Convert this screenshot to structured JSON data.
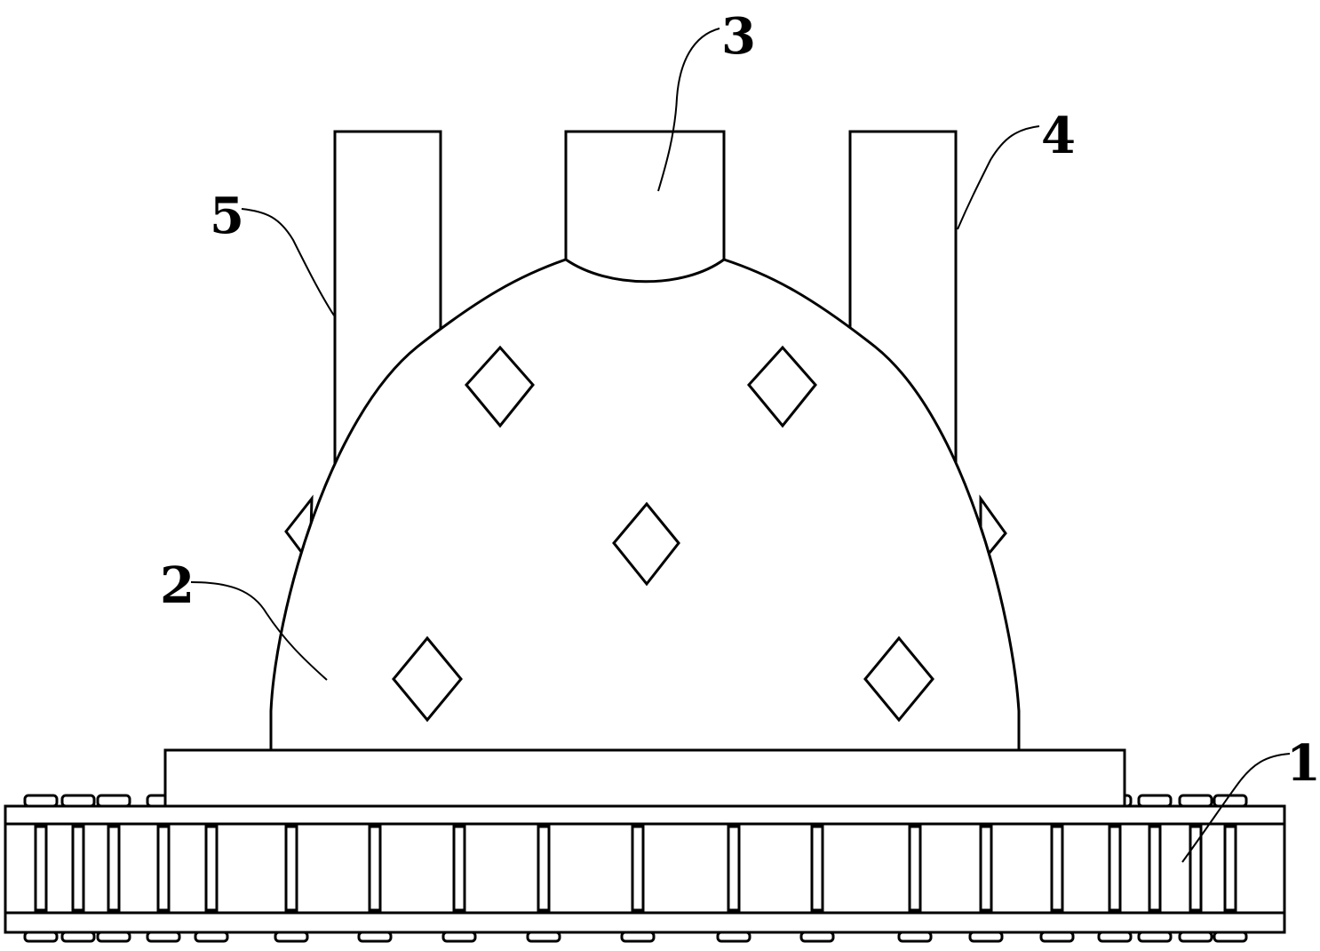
{
  "labels": [
    {
      "id": "1",
      "text": "1"
    },
    {
      "id": "2",
      "text": "2"
    },
    {
      "id": "3",
      "text": "3"
    },
    {
      "id": "4",
      "text": "4"
    },
    {
      "id": "5",
      "text": "5"
    }
  ],
  "colors": {
    "line": "#000000",
    "background": "#ffffff"
  }
}
